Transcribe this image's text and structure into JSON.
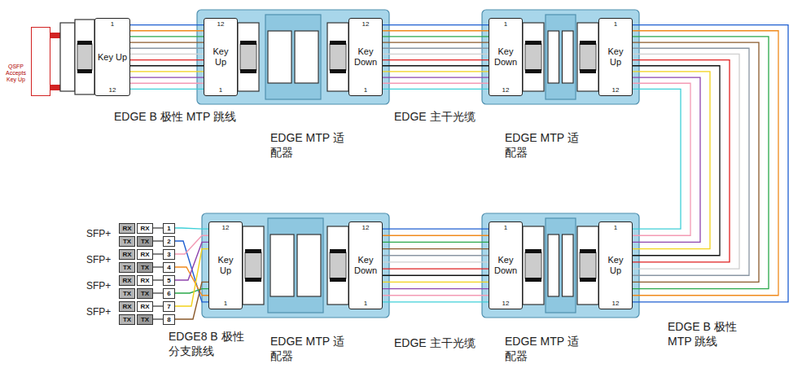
{
  "diagram": {
    "nodes": [
      {
        "text": [
          "QSFP Accepts Key Up"
        ]
      },
      {
        "text": [
          "1",
          "Key Up",
          "12"
        ]
      },
      {
        "text": [
          "12",
          "Key Up",
          "1"
        ]
      },
      {
        "text": [
          "12",
          "Key Down",
          "1"
        ]
      },
      {
        "text": [
          "1",
          "Key Down",
          "12"
        ]
      },
      {
        "text": [
          "1",
          "Key Up",
          "12"
        ]
      },
      {
        "text": [
          "RX"
        ]
      },
      {
        "text": [
          "RX"
        ]
      },
      {
        "text": [
          "1"
        ]
      },
      {
        "text": [
          "TX"
        ]
      },
      {
        "text": [
          "TX"
        ]
      },
      {
        "text": [
          "2"
        ]
      },
      {
        "text": [
          "RX"
        ]
      },
      {
        "text": [
          "RX"
        ]
      },
      {
        "text": [
          "3"
        ]
      },
      {
        "text": [
          "TX"
        ]
      },
      {
        "text": [
          "TX"
        ]
      },
      {
        "text": [
          "4"
        ]
      },
      {
        "text": [
          "RX"
        ]
      },
      {
        "text": [
          "RX"
        ]
      },
      {
        "text": [
          "5"
        ]
      },
      {
        "text": [
          "TX"
        ]
      },
      {
        "text": [
          "TX"
        ]
      },
      {
        "text": [
          "6"
        ]
      },
      {
        "text": [
          "RX"
        ]
      },
      {
        "text": [
          "RX"
        ]
      },
      {
        "text": [
          "7"
        ]
      },
      {
        "text": [
          "TX"
        ]
      },
      {
        "text": [
          "TX"
        ]
      },
      {
        "text": [
          "8"
        ]
      },
      {
        "text": [
          "12",
          "Key Up",
          "1"
        ]
      },
      {
        "text": [
          "12",
          "Key Down",
          "1"
        ]
      },
      {
        "text": [
          "1",
          "Key Down",
          "12"
        ]
      },
      {
        "text": [
          "1",
          "Key Up",
          "12"
        ]
      }
    ],
    "edges": [
      {
        "from": 1,
        "to": 2,
        "arrow": "none"
      },
      {
        "from": 3,
        "to": 4,
        "arrow": "none"
      },
      {
        "from": 5,
        "to": 33,
        "arrow": "none"
      },
      {
        "from": 31,
        "to": 32,
        "arrow": "none"
      },
      {
        "from": 7,
        "to": 8,
        "arrow": "none"
      },
      {
        "from": 10,
        "to": 11,
        "arrow": "none"
      },
      {
        "from": 13,
        "to": 14,
        "arrow": "none"
      },
      {
        "from": 16,
        "to": 17,
        "arrow": "none"
      },
      {
        "from": 19,
        "to": 20,
        "arrow": "none"
      },
      {
        "from": 22,
        "to": 23,
        "arrow": "none"
      },
      {
        "from": 25,
        "to": 26,
        "arrow": "none"
      },
      {
        "from": 28,
        "to": 29,
        "arrow": "none"
      },
      {
        "from": 30,
        "to": 8,
        "arrow": "none"
      },
      {
        "from": 30,
        "to": 11,
        "arrow": "none"
      },
      {
        "from": 30,
        "to": 14,
        "arrow": "none"
      },
      {
        "from": 30,
        "to": 17,
        "arrow": "none"
      },
      {
        "from": 30,
        "to": 20,
        "arrow": "none"
      },
      {
        "from": 30,
        "to": 23,
        "arrow": "none"
      },
      {
        "from": 30,
        "to": 26,
        "arrow": "none"
      },
      {
        "from": 30,
        "to": 29,
        "arrow": "none"
      }
    ],
    "labels": [
      "EDGE B 极性 MTP 跳线",
      "EDGE MTP 适配器",
      "EDGE 主干光缆",
      "EDGE MTP 适配器",
      "SFP+",
      "SFP+",
      "SFP+",
      "SFP+",
      "EDGE8 B 极性 分支跳线",
      "EDGE MTP 适配器",
      "EDGE 主干光缆",
      "EDGE MTP 适配器",
      "EDGE B 极性 MTP 跳线"
    ]
  }
}
